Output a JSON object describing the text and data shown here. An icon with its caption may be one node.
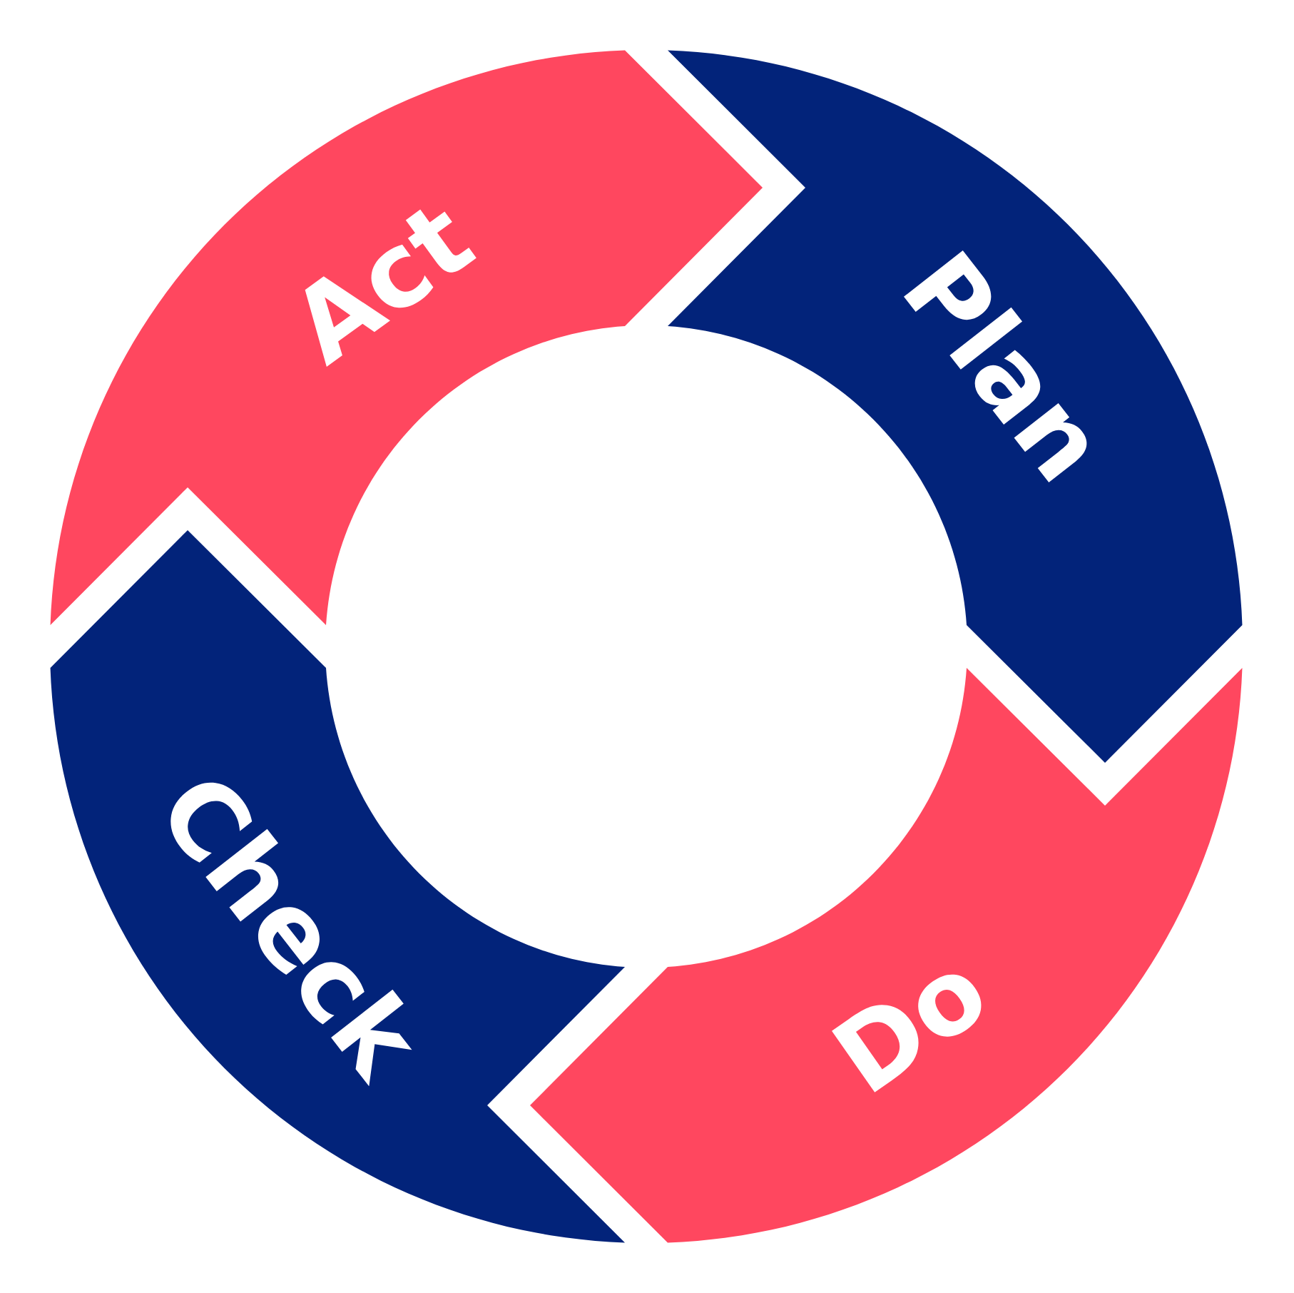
{
  "diagram": {
    "nodes": [
      {
        "text": [
          "Plan"
        ]
      },
      {
        "text": [
          "Do"
        ]
      },
      {
        "text": [
          "Check"
        ]
      },
      {
        "text": [
          "Act"
        ]
      }
    ]
  }
}
